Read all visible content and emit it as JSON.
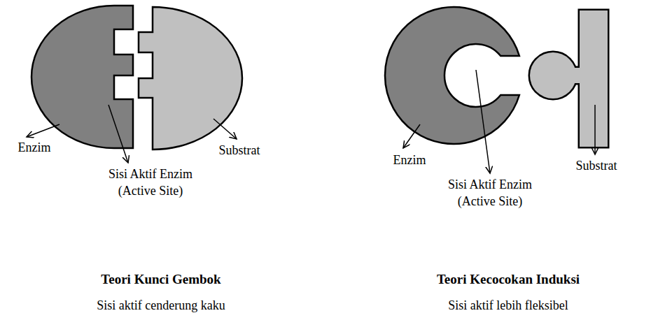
{
  "diagram": {
    "labels": [
      "Enzim",
      "Sisi Aktif Enzim (Active Site)",
      "Substrat",
      "Teori Kunci Gembok",
      "Sisi aktif cenderung kaku",
      "Enzim",
      "Sisi Aktif Enzim (Active Site)",
      "Substrat",
      "Teori Kecocokan Induksi",
      "Sisi aktif lebih fleksibel"
    ]
  }
}
